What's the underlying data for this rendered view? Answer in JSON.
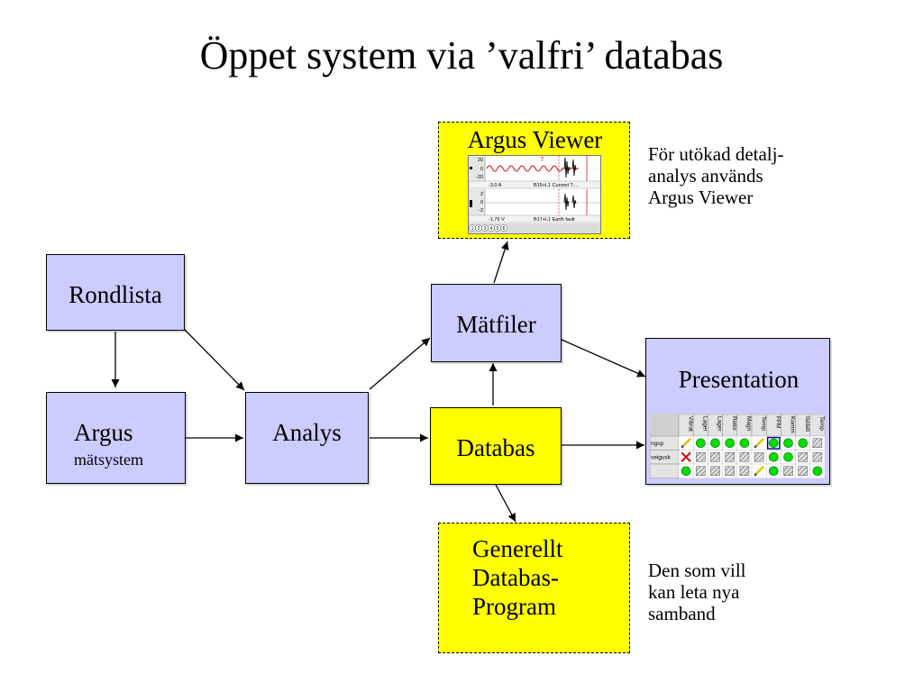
{
  "title": "Öppet system via ’valfri’ databas",
  "nodes": {
    "rondlista": "Rondlista",
    "argus": "Argus",
    "argus_sub": "mätsystem",
    "analys": "Analys",
    "matfiler": "Mätfiler",
    "databas": "Databas",
    "presentation": "Presentation",
    "argus_viewer": "Argus Viewer",
    "generellt": [
      "Generellt",
      "Databas-",
      "Program"
    ]
  },
  "notes": {
    "viewer_note": [
      "För utökad detalj-",
      "analys används",
      "Argus Viewer"
    ],
    "program_note": [
      "Den som vill",
      "kan leta nya",
      "samband"
    ]
  },
  "viewer_thumbnail": {
    "top_axis_ticks": [
      "20",
      "0",
      "-20"
    ],
    "top_readout": "-3.0 A",
    "top_channel": "B15+L1 Current T-...",
    "bottom_axis_ticks": [
      "2",
      "0",
      "-2"
    ],
    "bottom_readout": "-1.75 V",
    "bottom_channel": "B17+L1 Earth fault",
    "tab_numbers": [
      "1",
      "2",
      "3",
      "4",
      "5",
      "6"
    ]
  },
  "presentation_matrix": {
    "column_headers": [
      "Vibrat",
      "Lager",
      "Lager",
      "Rotor",
      "Magn",
      "Temp",
      "FFM",
      "Komm",
      "Isolati",
      "Temp"
    ],
    "rows": [
      {
        "label": "ngsp",
        "cells": [
          "pencil",
          "green",
          "green",
          "green",
          "green",
          "pencil",
          "green-selected",
          "green",
          "green",
          "hatch"
        ]
      },
      {
        "label": "seigusk",
        "cells": [
          "red-x",
          "hatch",
          "hatch",
          "hatch",
          "hatch",
          "hatch",
          "green",
          "green",
          "hatch",
          "hatch"
        ]
      },
      {
        "label": "",
        "cells": [
          "green",
          "hatch",
          "hatch",
          "hatch",
          "hatch",
          "pencil",
          "green",
          "hatch",
          "hatch",
          "green"
        ]
      }
    ],
    "colors": {
      "green": "#00dd00",
      "red": "#dd0000",
      "pencil": "#e8c000",
      "selected_border": "#000099"
    }
  },
  "colors": {
    "lavender": "#ccccff",
    "yellow": "#ffff00",
    "waveform_red": "#cc0000"
  }
}
